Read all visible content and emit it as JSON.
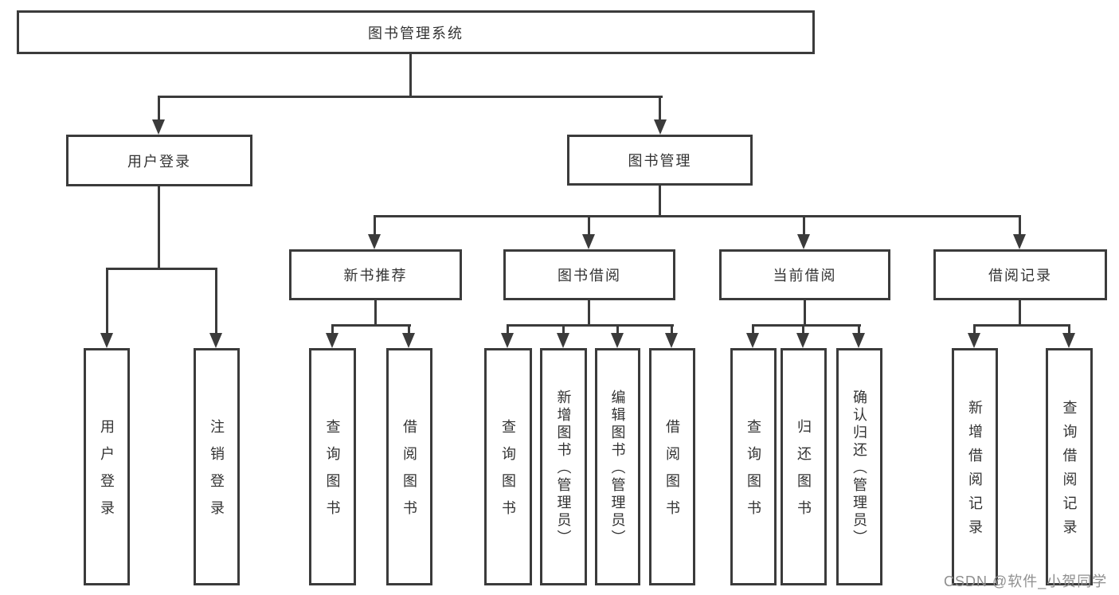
{
  "colors": {
    "line": "#3b3b3b",
    "text": "#333333",
    "watermark": "#8f8f8f",
    "background": "#ffffff"
  },
  "tree": {
    "label": "图书管理系统",
    "children": [
      {
        "label": "用户登录",
        "children": [
          {
            "label": "用户登录"
          },
          {
            "label": "注销登录"
          }
        ]
      },
      {
        "label": "图书管理",
        "children": [
          {
            "label": "新书推荐",
            "children": [
              {
                "label": "查询图书"
              },
              {
                "label": "借阅图书"
              }
            ]
          },
          {
            "label": "图书借阅",
            "children": [
              {
                "label": "查询图书"
              },
              {
                "label": "新增图书（管理员）"
              },
              {
                "label": "编辑图书（管理员）"
              },
              {
                "label": "借阅图书"
              }
            ]
          },
          {
            "label": "当前借阅",
            "children": [
              {
                "label": "查询图书"
              },
              {
                "label": "归还图书"
              },
              {
                "label": "确认归还（管理员）"
              }
            ]
          },
          {
            "label": "借阅记录",
            "children": [
              {
                "label": "新增借阅记录"
              },
              {
                "label": "查询借阅记录"
              }
            ]
          }
        ]
      }
    ]
  },
  "watermark": {
    "text": "CSDN @软件_小贺同学"
  }
}
